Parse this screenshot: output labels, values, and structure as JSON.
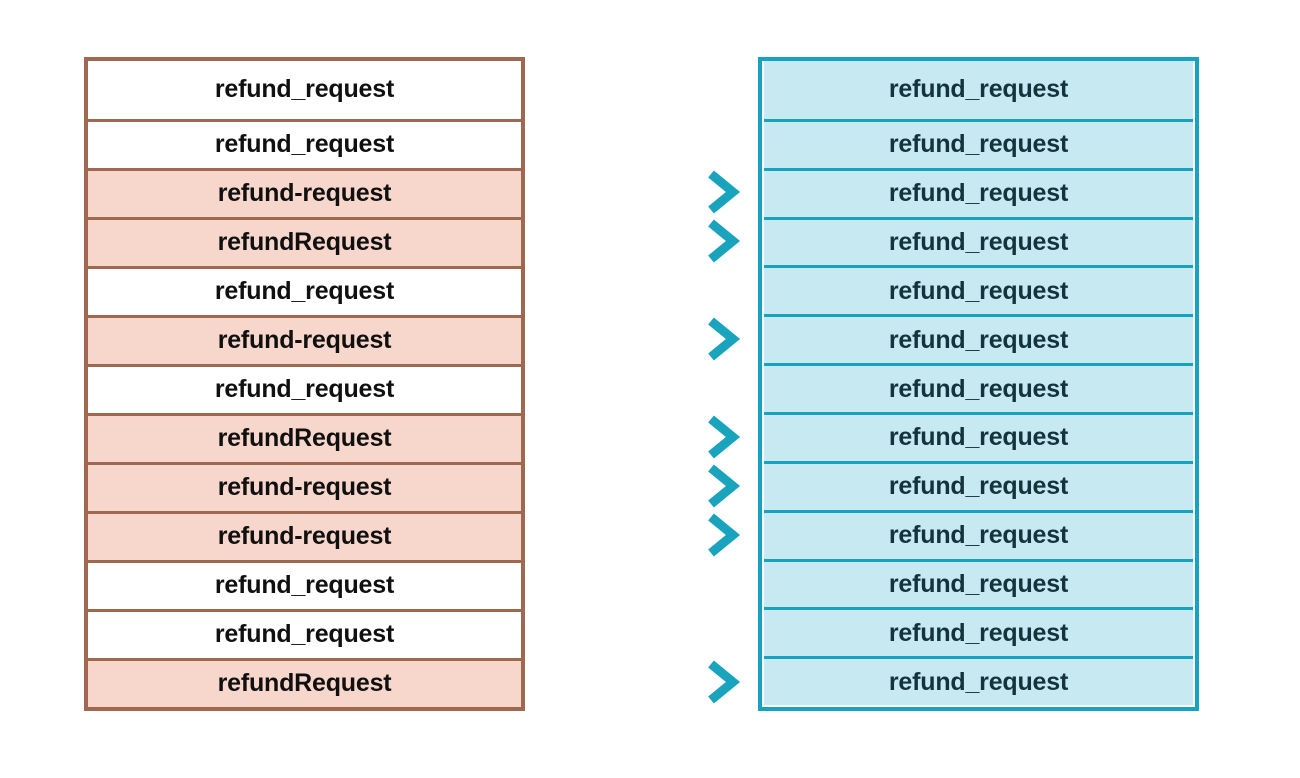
{
  "diagram": {
    "source_column": {
      "rows": [
        {
          "label": "refund_request",
          "highlighted": false,
          "arrow": false
        },
        {
          "label": "refund_request",
          "highlighted": false,
          "arrow": false
        },
        {
          "label": "refund-request",
          "highlighted": true,
          "arrow": true
        },
        {
          "label": "refundRequest",
          "highlighted": true,
          "arrow": true
        },
        {
          "label": "refund_request",
          "highlighted": false,
          "arrow": false
        },
        {
          "label": "refund-request",
          "highlighted": true,
          "arrow": true
        },
        {
          "label": "refund_request",
          "highlighted": false,
          "arrow": false
        },
        {
          "label": "refundRequest",
          "highlighted": true,
          "arrow": true
        },
        {
          "label": "refund-request",
          "highlighted": true,
          "arrow": true
        },
        {
          "label": "refund-request",
          "highlighted": true,
          "arrow": true
        },
        {
          "label": "refund_request",
          "highlighted": false,
          "arrow": false
        },
        {
          "label": "refund_request",
          "highlighted": false,
          "arrow": false
        },
        {
          "label": "refundRequest",
          "highlighted": true,
          "arrow": true
        }
      ]
    },
    "target_column": {
      "rows": [
        {
          "label": "refund_request"
        },
        {
          "label": "refund_request"
        },
        {
          "label": "refund_request"
        },
        {
          "label": "refund_request"
        },
        {
          "label": "refund_request"
        },
        {
          "label": "refund_request"
        },
        {
          "label": "refund_request"
        },
        {
          "label": "refund_request"
        },
        {
          "label": "refund_request"
        },
        {
          "label": "refund_request"
        },
        {
          "label": "refund_request"
        },
        {
          "label": "refund_request"
        },
        {
          "label": "refund_request"
        }
      ]
    }
  },
  "colors": {
    "left_border": "#9e6851",
    "left_highlight_fill": "#f7d6cb",
    "left_text": "#101010",
    "right_border": "#17a3c0",
    "right_fill": "#c6e9f2",
    "right_text": "#15333d",
    "arrow_start": "#e8693e",
    "arrow_end": "#1aa3bd"
  }
}
